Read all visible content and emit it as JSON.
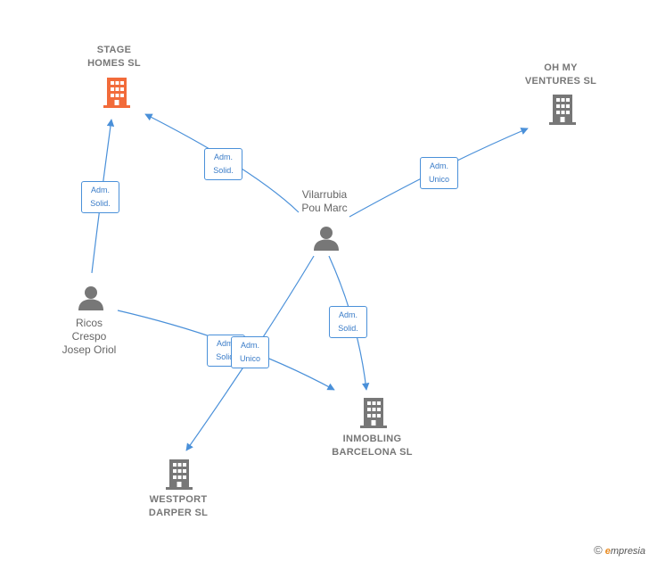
{
  "colors": {
    "edge": "#4a90d9",
    "company": "#777777",
    "company_highlight": "#f26b3a",
    "person": "#777777"
  },
  "nodes": {
    "stage_homes": {
      "label": "STAGE\nHOMES  SL",
      "icon": "building-icon",
      "highlight": true
    },
    "oh_my_ventures": {
      "label": "OH MY\nVENTURES  SL",
      "icon": "building-icon"
    },
    "vilarrubia": {
      "label": "Vilarrubia\nPou Marc",
      "icon": "person-icon"
    },
    "ricos": {
      "label": "Ricos\nCrespo\nJosep Oriol",
      "icon": "person-icon"
    },
    "inmobling": {
      "label": "INMOBLING\nBARCELONA SL",
      "icon": "building-icon"
    },
    "westport": {
      "label": "WESTPORT\nDARPER  SL",
      "icon": "building-icon"
    }
  },
  "edges": [
    {
      "from": "vilarrubia",
      "to": "stage_homes",
      "label": "Adm.\nSolid."
    },
    {
      "from": "ricos",
      "to": "stage_homes",
      "label": "Adm.\nSolid."
    },
    {
      "from": "vilarrubia",
      "to": "oh_my_ventures",
      "label": "Adm.\nUnico"
    },
    {
      "from": "vilarrubia",
      "to": "inmobling",
      "label": "Adm.\nSolid."
    },
    {
      "from": "ricos",
      "to": "inmobling",
      "label": "Adm.\nSolid."
    },
    {
      "from": "vilarrubia",
      "to": "westport",
      "label": "Adm.\nUnico"
    }
  ],
  "footer": {
    "copyright_symbol": "©",
    "brand_initial": "e",
    "brand_rest": "mpresia"
  }
}
